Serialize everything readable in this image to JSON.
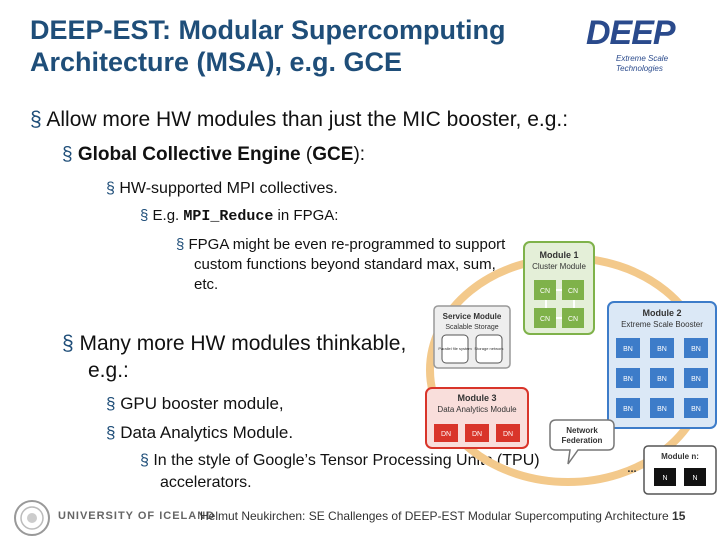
{
  "title": {
    "line1": "DEEP-EST: Modular Supercomputing",
    "line2": "Architecture (MSA), e.g. GCE"
  },
  "logo": {
    "big": "DEEP",
    "sub1": "Extreme Scale",
    "sub2": "Technologies"
  },
  "bullets": {
    "l1": "Allow more HW modules than just the MIC booster, e.g.:",
    "l2_bold": "Global Collective Engine",
    "l2_rest": " (",
    "l2_gce": "GCE",
    "l2_end": "):",
    "l3": "HW-supported MPI collectives.",
    "l4_pre": "E.g. ",
    "l4_code": "MPI_Reduce",
    "l4_post": " in FPGA:",
    "l5": "FPGA might be even re-programmed to support custom functions beyond standard max, sum, etc.",
    "l6": "Many more HW modules thinkable, e.g.:",
    "l7": "GPU booster module,",
    "l8": "Data Analytics Module.",
    "l9": "In the style of Google’s Tensor Processing Units (TPU) accelerators."
  },
  "diagram": {
    "module1": {
      "title": "Module 1",
      "sub": "Cluster Module",
      "node": "CN"
    },
    "module2": {
      "title": "Module 2",
      "sub": "Extreme Scale Booster",
      "node": "BN"
    },
    "module3": {
      "title": "Module 3",
      "sub": "Data Analytics Module",
      "node": "DN"
    },
    "service": {
      "title": "Service Module",
      "sub": "Scalable Storage",
      "disk1": "Parallel file system",
      "disk2": "Storage network"
    },
    "network": {
      "line1": "Network",
      "line2": "Federation"
    },
    "modulen": {
      "title": "Module n:",
      "node": "N"
    },
    "ellipsis": "..."
  },
  "footer": {
    "university": "UNIVERSITY OF ICELAND",
    "text": "Helmut Neukirchen: SE Challenges of DEEP-EST Modular Supercomputing Architecture",
    "page": "15"
  },
  "colors": {
    "title": "#1f4e79",
    "cluster": "#7fb24a",
    "booster": "#3d7cc9",
    "analytics": "#d9352a"
  }
}
